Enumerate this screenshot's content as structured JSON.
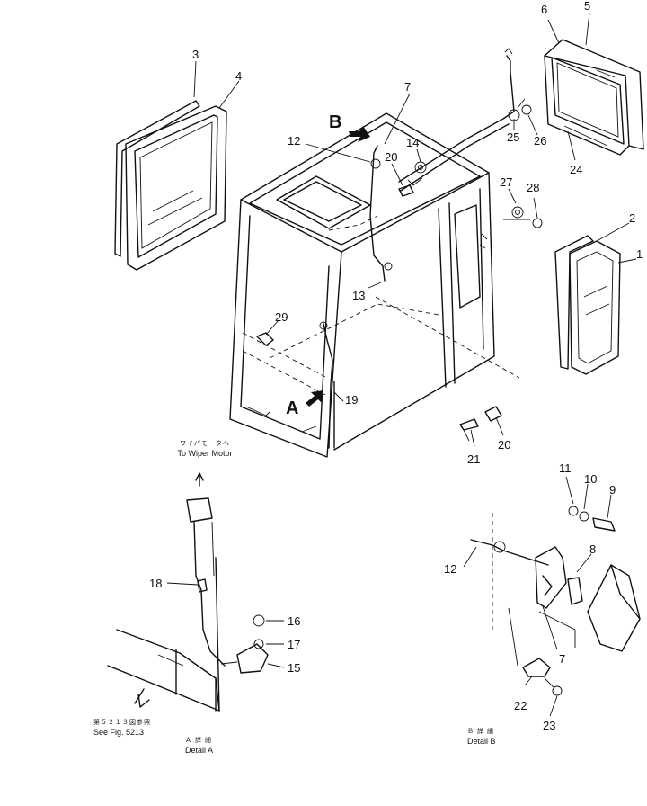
{
  "callouts": {
    "n1": "1",
    "n2": "2",
    "n3": "3",
    "n4": "4",
    "n5": "5",
    "n6": "6",
    "n7": "7",
    "n7b": "7",
    "n8": "8",
    "n9": "9",
    "n10": "10",
    "n11": "11",
    "n12": "12",
    "n12b": "12",
    "n13": "13",
    "n14": "14",
    "n15": "15",
    "n16": "16",
    "n17": "17",
    "n18": "18",
    "n19": "19",
    "n20": "20",
    "n20b": "20",
    "n21": "21",
    "n22": "22",
    "n23": "23",
    "n24": "24",
    "n25": "25",
    "n26": "26",
    "n27": "27",
    "n28": "28",
    "n29": "29"
  },
  "view_markers": {
    "a": "A",
    "b": "B"
  },
  "captions": {
    "wiper_jp": "ワイパモータへ",
    "wiper_en": "To Wiper Motor",
    "see_fig_jp": "第５２１３図参照",
    "see_fig_en": "See Fig. 5213",
    "detail_a_jp": "Ａ 詳 細",
    "detail_a_en": "Detail A",
    "detail_b_jp": "Ｂ 詳 細",
    "detail_b_en": "Detail B"
  }
}
